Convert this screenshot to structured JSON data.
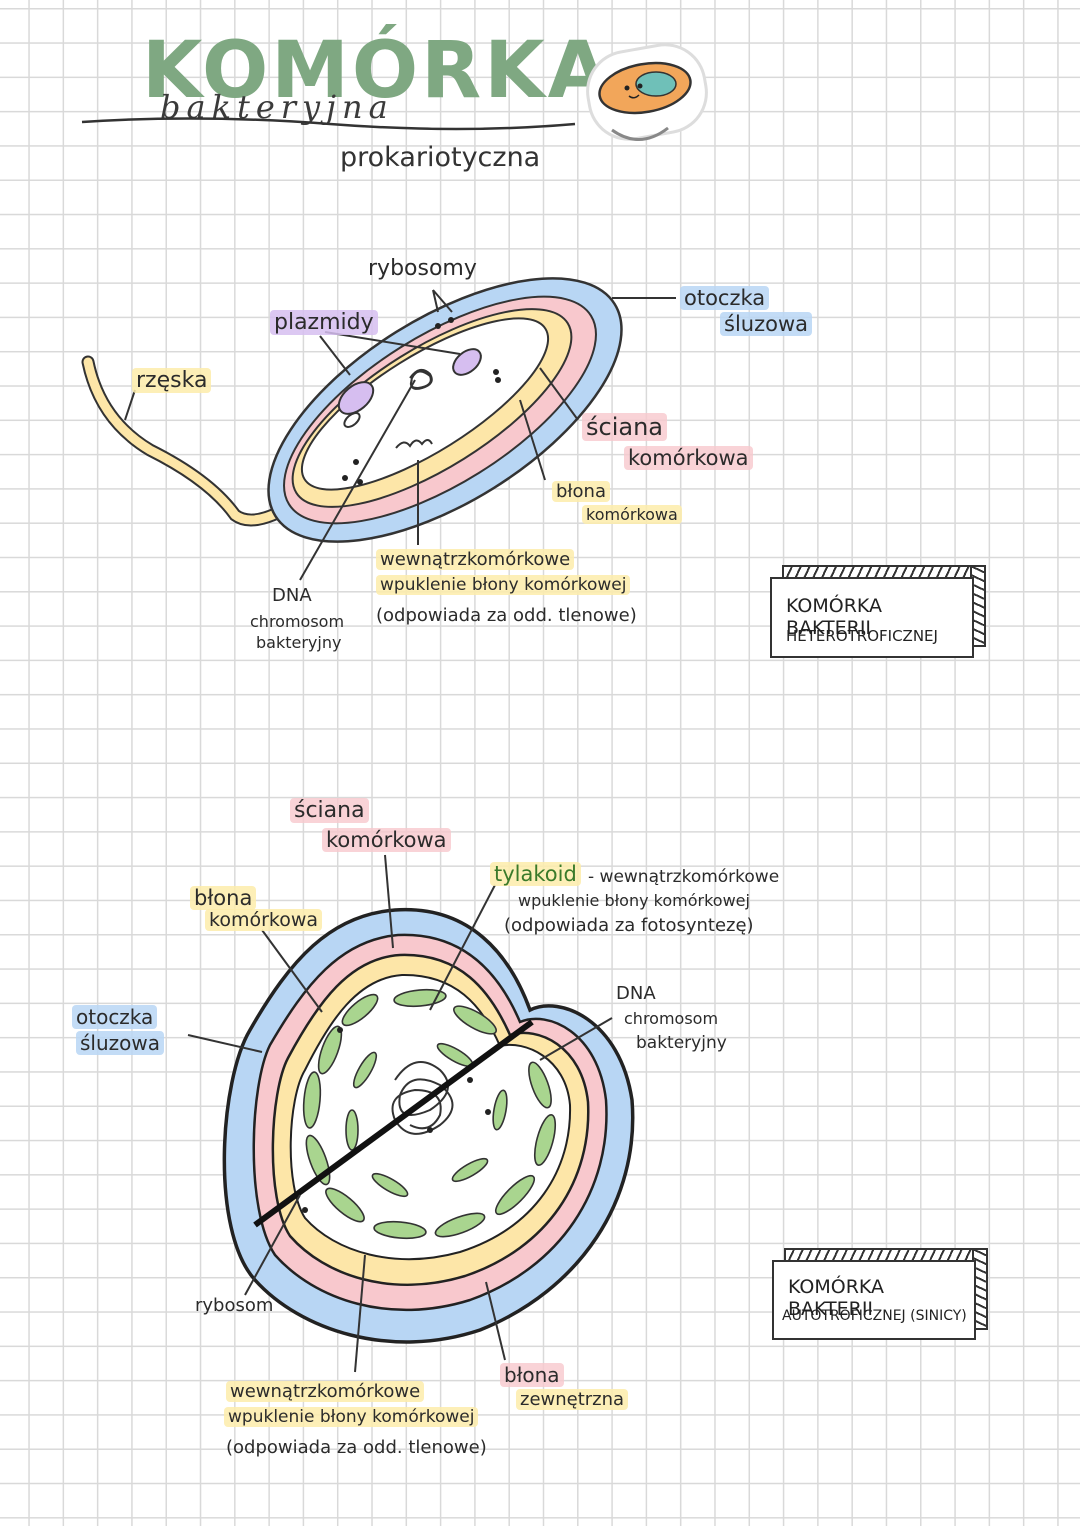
{
  "title": {
    "main": "KOMÓRKA",
    "sub1": "bakteryjna",
    "sub2": "prokariotyczna"
  },
  "icons": {
    "sticker": "bacteria-sticker-icon"
  },
  "colors": {
    "title_green": "#7fa882",
    "capsule_blue": "#b8d6f4",
    "wall_pink": "#f8c8cd",
    "membrane_yellow": "#fde6a8",
    "thylakoid_green": "#a9d58f",
    "plasmid_purple": "#d6bef0"
  },
  "diagram1": {
    "labels": {
      "rybosomy": "rybosomy",
      "plazmidy": "plazmidy",
      "rzeska": "rzęska",
      "otoczka1": "otoczka",
      "otoczka2": "śluzowa",
      "sciana1": "ściana",
      "sciana2": "komórkowa",
      "blona1": "błona",
      "blona2": "komórkowa",
      "wewn1": "wewnątrzkomórkowe",
      "wewn2": "wpuklenie błony komórkowej",
      "wewn3": "(odpowiada za odd. tlenowe)",
      "dna1": "DNA",
      "dna2": "chromosom",
      "dna3": "bakteryjny"
    },
    "box": {
      "line1": "KOMÓRKA BAKTERII",
      "line2": "HETEROTROFICZNEJ"
    }
  },
  "diagram2": {
    "labels": {
      "sciana1": "ściana",
      "sciana2": "komórkowa",
      "blona1": "błona",
      "blona2": "komórkowa",
      "tylakoid": "tylakoid",
      "tyl_desc1": "- wewnątrzkomórkowe",
      "tyl_desc2": "wpuklenie błony komórkowej",
      "tyl_desc3": "(odpowiada za fotosyntezę)",
      "otoczka1": "otoczka",
      "otoczka2": "śluzowa",
      "dna1": "DNA",
      "dna2": "chromosom",
      "dna3": "bakteryjny",
      "rybosom": "rybosom",
      "wewn1": "wewnątrzkomórkowe",
      "wewn2": "wpuklenie błony komórkowej",
      "wewn3": "(odpowiada za odd. tlenowe)",
      "blona_z1": "błona",
      "blona_z2": "zewnętrzna"
    },
    "box": {
      "line1": "KOMÓRKA BAKTERII",
      "line2": "AUTOTROFICZNEJ (SINICY)"
    }
  }
}
